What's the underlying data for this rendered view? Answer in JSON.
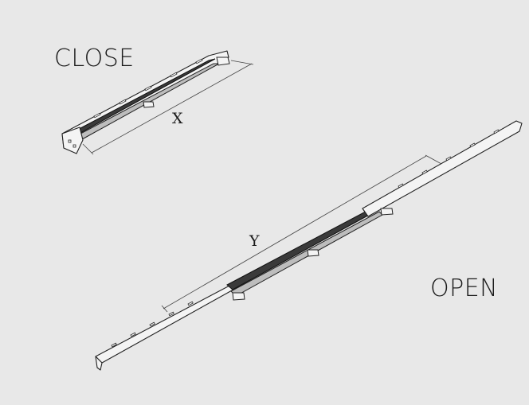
{
  "labels": {
    "closed_state": "CLOSE",
    "open_state": "OPEN",
    "closed_dimension": "X",
    "open_dimension": "Y"
  },
  "colors": {
    "background": "#e8e8e8",
    "line": "#222222"
  }
}
